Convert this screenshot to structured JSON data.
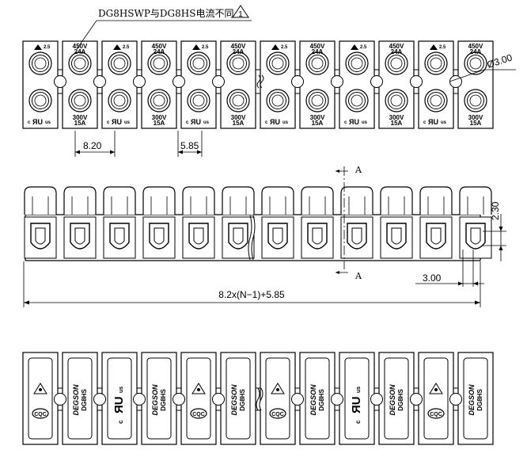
{
  "top_view": {
    "note": "DG8HSWP与DG8HS电流不同",
    "warning_icon": "warning-triangle-icon",
    "module_count": 12,
    "rating_top": {
      "voltage": "450V",
      "current": "24A",
      "small_mark": "2.5"
    },
    "rating_bottom": {
      "voltage": "300V",
      "current": "15A"
    },
    "dims": {
      "pitch": "8.20",
      "half_pitch": "5.85",
      "hole": "Ø3.00"
    }
  },
  "front_view": {
    "module_count": 12,
    "section_label": "A",
    "dims": {
      "height": "2.30",
      "width": "3.00",
      "total": "8.2x(N−1)+5.85"
    }
  },
  "bottom_view": {
    "module_count": 12,
    "brand": "DEGSON",
    "model": "DG8HS",
    "marks": [
      "CQC",
      "c UL us"
    ]
  }
}
